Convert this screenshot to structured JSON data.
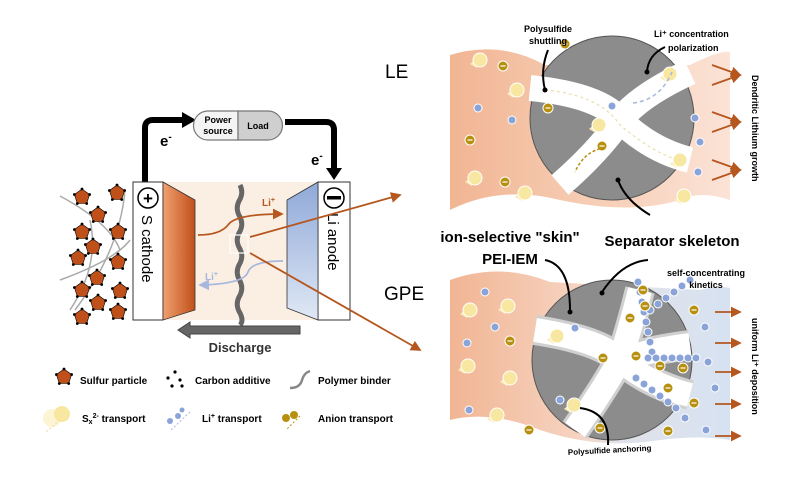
{
  "battery": {
    "power_source": [
      "Power",
      "source"
    ],
    "load": "Load",
    "electron_left": "e",
    "electron_right": "e",
    "electron_sup": "-",
    "cathode_sign": "+",
    "cathode_label": "S cathode",
    "anode_sign": "−",
    "anode_label": "Li anode",
    "li_ion_top": "Li",
    "li_ion_bottom": "Li",
    "li_sup": "+",
    "discharge": "Discharge"
  },
  "legend": {
    "sulfur_particle": "Sulfur particle",
    "carbon_additive": "Carbon additive",
    "polymer_binder": "Polymer binder",
    "sx_base": "S",
    "sx_sub": "x",
    "sx_sup": "2-",
    "sx_transport": " transport",
    "li_transport_base": "Li",
    "li_transport_sup": "+",
    "li_transport": " transport",
    "anion_transport": "Anion transport"
  },
  "le_panel": {
    "title": "LE",
    "polysulfide_shuttling": [
      "Polysulfide",
      "shuttling"
    ],
    "li_concentration": [
      "Li⁺ concentration",
      "polarization"
    ],
    "dendritic": "Dendritic Lithium growth"
  },
  "gpe_panel": {
    "title": "GPE",
    "ion_selective_skin": "ion-selective \"skin\"",
    "pei_iem": "PEI-IEM",
    "separator_skeleton": "Separator skeleton",
    "self_concentrating": [
      "self-concentrating",
      "kinetics"
    ],
    "uniform_deposition": "uniform Li⁺ deposition",
    "polysulfide_anchoring": "Polysulfide anchoring"
  },
  "colors": {
    "cathode": "#d9682a",
    "anode": "#8fa9d8",
    "electrolyte": "#f4c2a4",
    "skeleton": "#8a8a8a",
    "li_ion": "#8aa3d8",
    "anion": "#b8900f",
    "polysulfide": "#f7e7a0",
    "arrow": "#b5571f"
  }
}
